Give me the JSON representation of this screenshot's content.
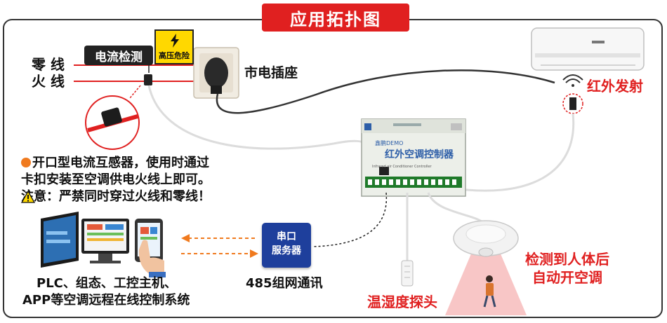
{
  "title": "应用拓扑图",
  "wires": {
    "neutral_label": "零 线",
    "live_label": "火 线"
  },
  "current_detect_label": "电流检测",
  "high_voltage_label": "高压危险",
  "socket_label": "市电插座",
  "ir_label": "红外发射",
  "controller": {
    "brand": "鑫鹏DEMO",
    "name": "红外空调控制器",
    "subtitle": "Infrared air Conditioner Controller"
  },
  "sensor_note": {
    "line1": "开口型电流互感器，使用时通过",
    "line2": "卡扣安装至空调供电火线上即可。",
    "line3": "注意：严禁同时穿过火线和零线！"
  },
  "serial_server": {
    "line1": "串口",
    "line2": "服务器"
  },
  "network_label": "485组网通讯",
  "control_system": {
    "line1": "PLC、组态、工控主机、",
    "line2": "APP等空调远程在线控制系统"
  },
  "temp_probe_label": "温湿度探头",
  "pir": {
    "line1": "检测到人体后",
    "line2": "自动开空调"
  },
  "colors": {
    "accent_red": "#e02020",
    "wire_red": "#e02020",
    "server_blue": "#1e3f9c",
    "warning_yellow": "#ffd800",
    "note_orange": "#f07a1e"
  }
}
